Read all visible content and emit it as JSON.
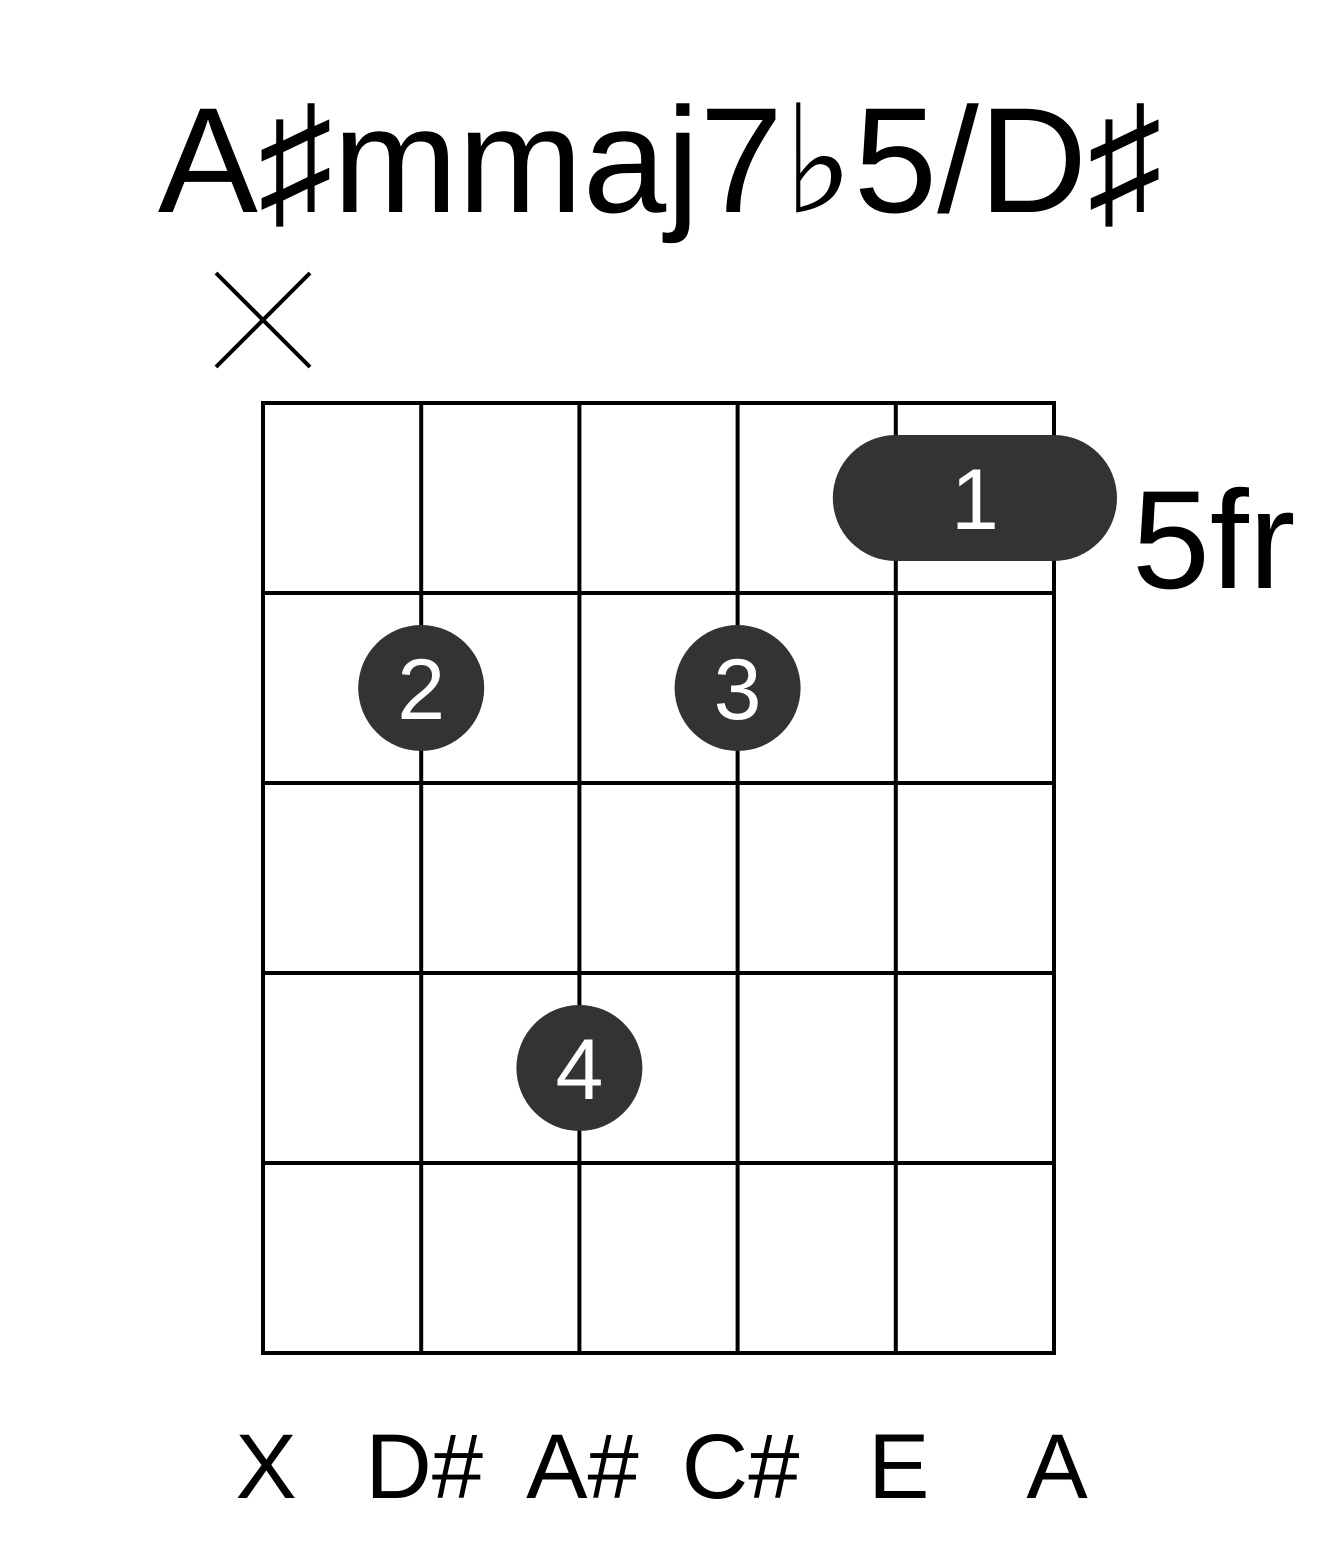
{
  "chord": {
    "name": "A♯mmaj7♭5/D♯",
    "base_fret_label": "5fr",
    "frets_shown": 5,
    "strings": [
      {
        "note": "X",
        "state": "muted"
      },
      {
        "note": "D#",
        "state": "fretted"
      },
      {
        "note": "A#",
        "state": "fretted"
      },
      {
        "note": "C#",
        "state": "fretted"
      },
      {
        "note": "E",
        "state": "fretted"
      },
      {
        "note": "A",
        "state": "fretted"
      }
    ],
    "fingers": [
      {
        "finger": "1",
        "fret": 1,
        "from_string": 5,
        "to_string": 6,
        "barre": true
      },
      {
        "finger": "2",
        "fret": 2,
        "string": 2
      },
      {
        "finger": "3",
        "fret": 2,
        "string": 4
      },
      {
        "finger": "4",
        "fret": 4,
        "string": 3
      }
    ]
  },
  "colors": {
    "ink": "#000000",
    "dot": "#333333",
    "dot_text": "#ffffff",
    "background": "#ffffff"
  }
}
